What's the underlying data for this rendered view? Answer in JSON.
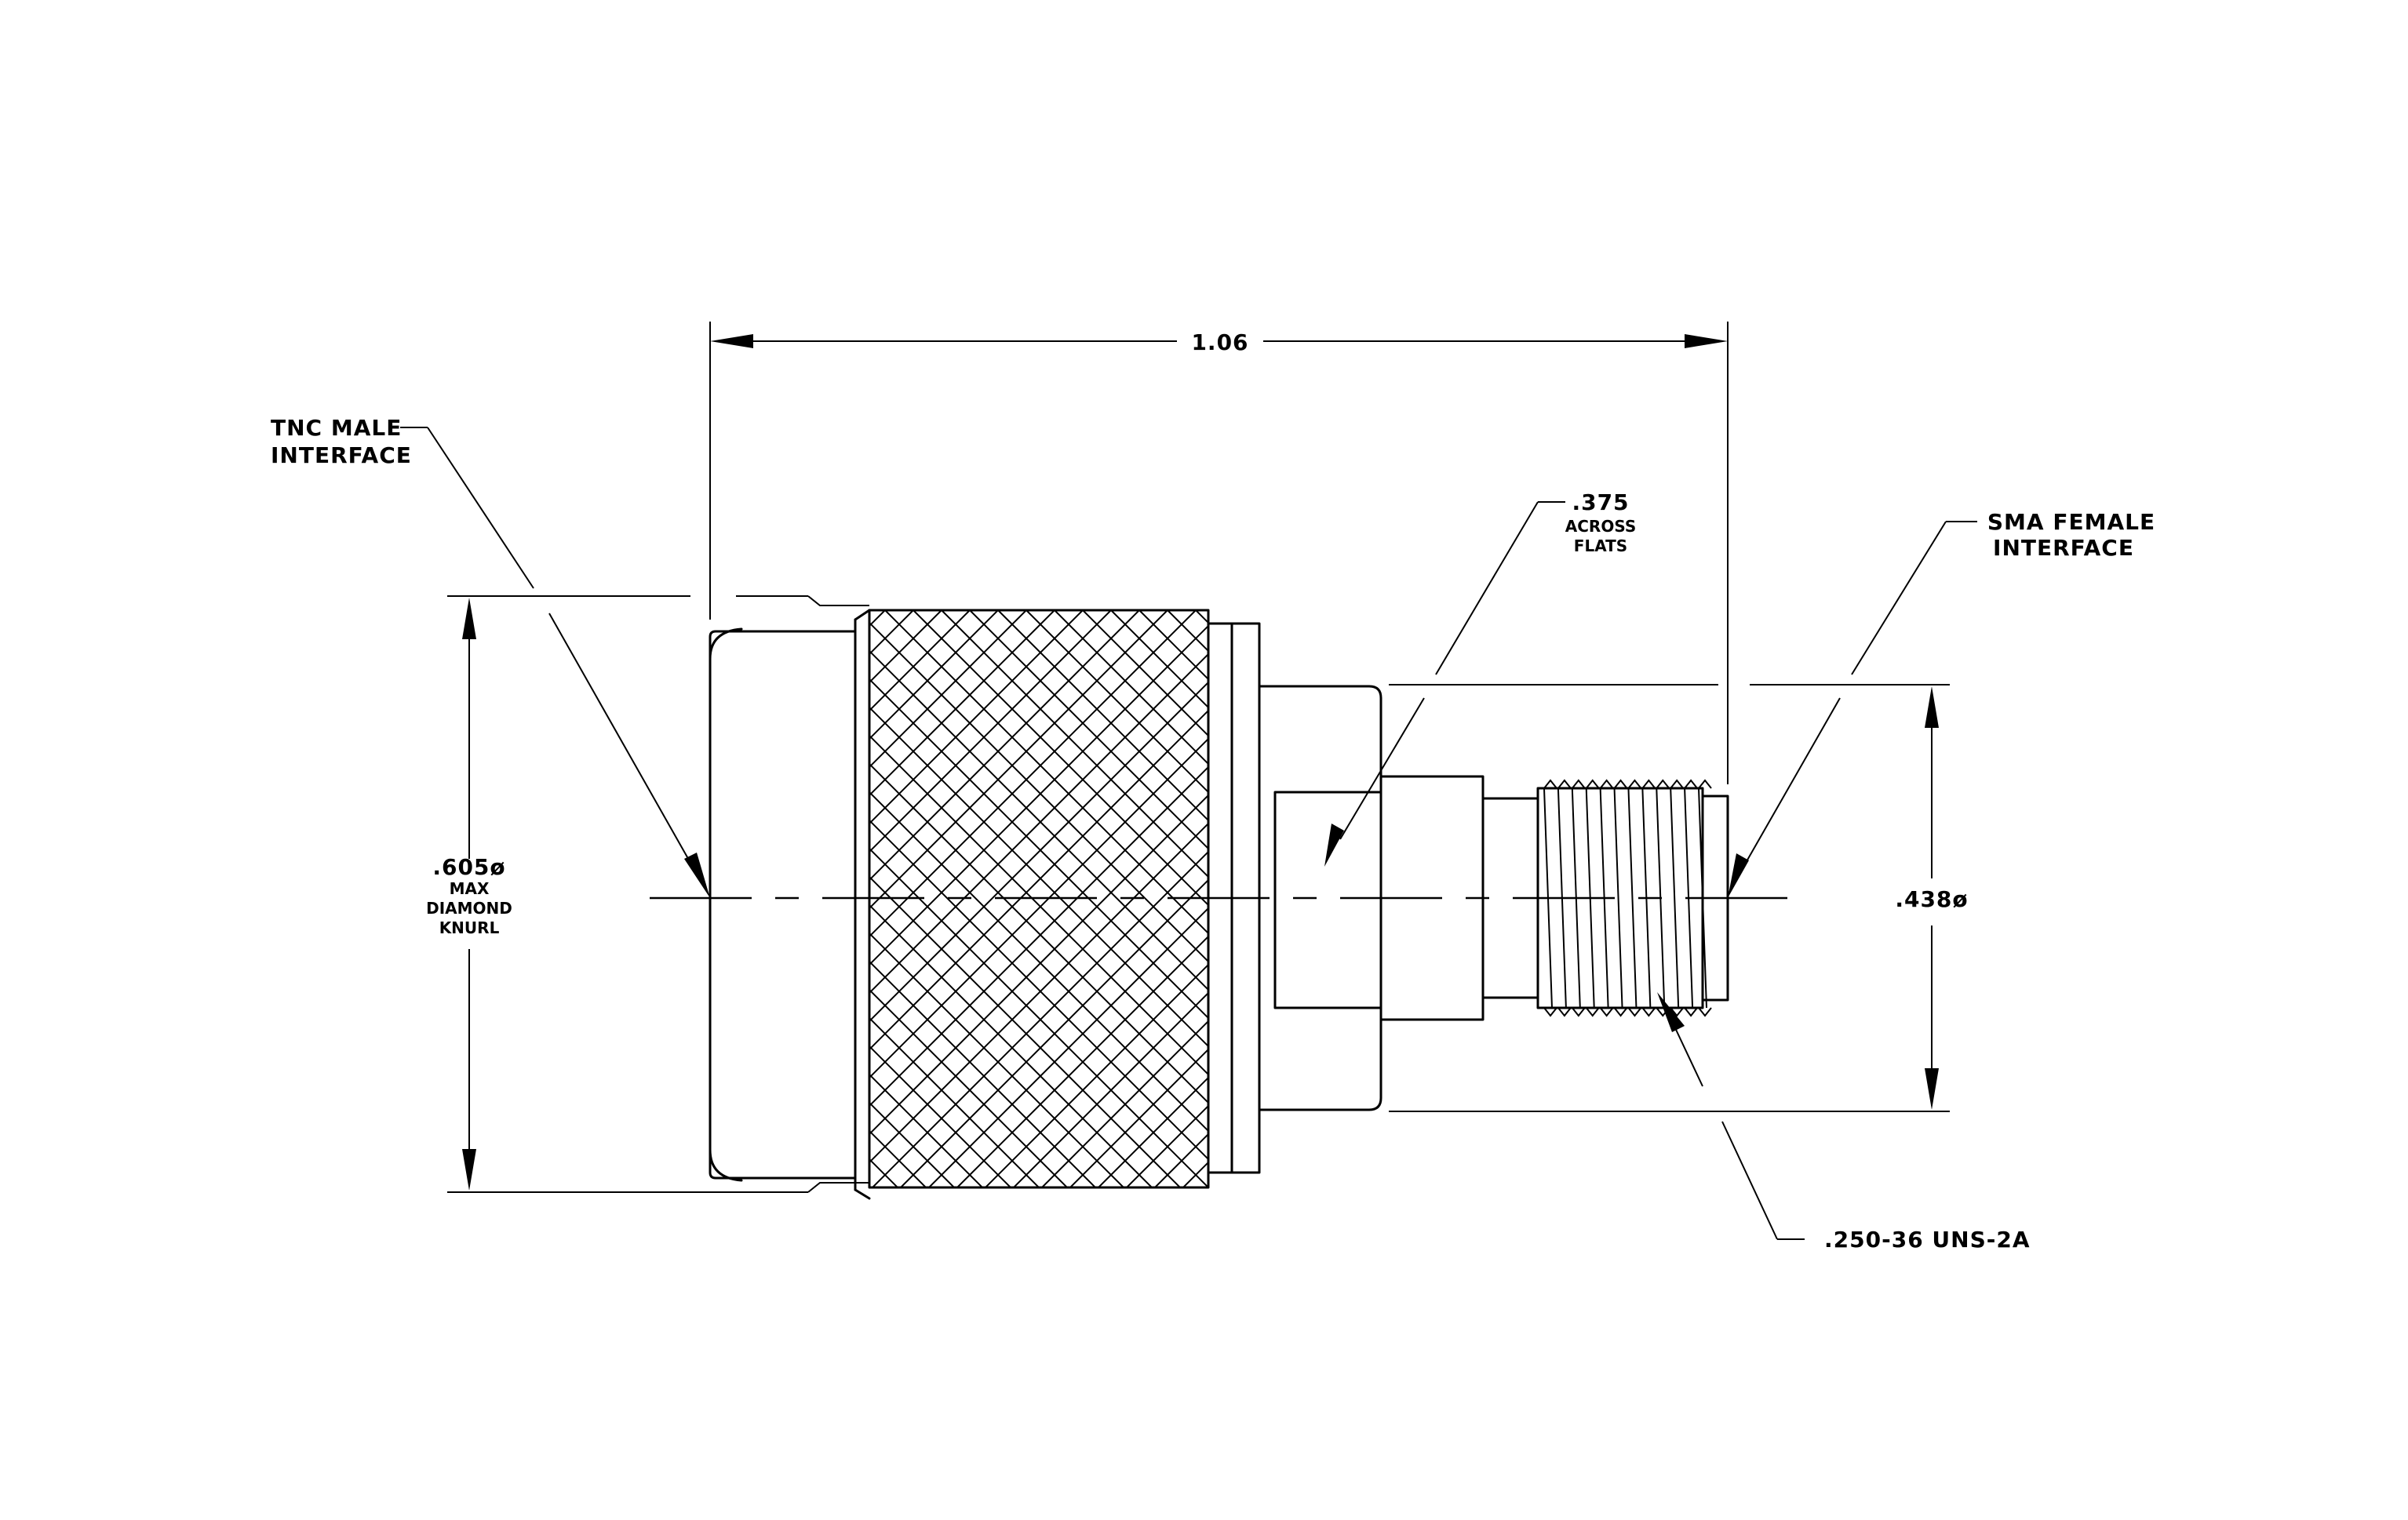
{
  "dimensions": {
    "overall_length": "1.06",
    "knurl_diameter": ".605ø",
    "knurl_note_line1": "MAX",
    "knurl_note_line2": "DIAMOND",
    "knurl_note_line3": "KNURL",
    "hex_size": ".375",
    "hex_note_line1": "ACROSS",
    "hex_note_line2": "FLATS",
    "body_diameter": ".438ø",
    "thread_spec": ".250-36 UNS-2A"
  },
  "callouts": {
    "tnc_line1": "TNC  MALE",
    "tnc_line2": "INTERFACE",
    "sma_line1": "SMA  FEMALE",
    "sma_line2": "INTERFACE"
  }
}
